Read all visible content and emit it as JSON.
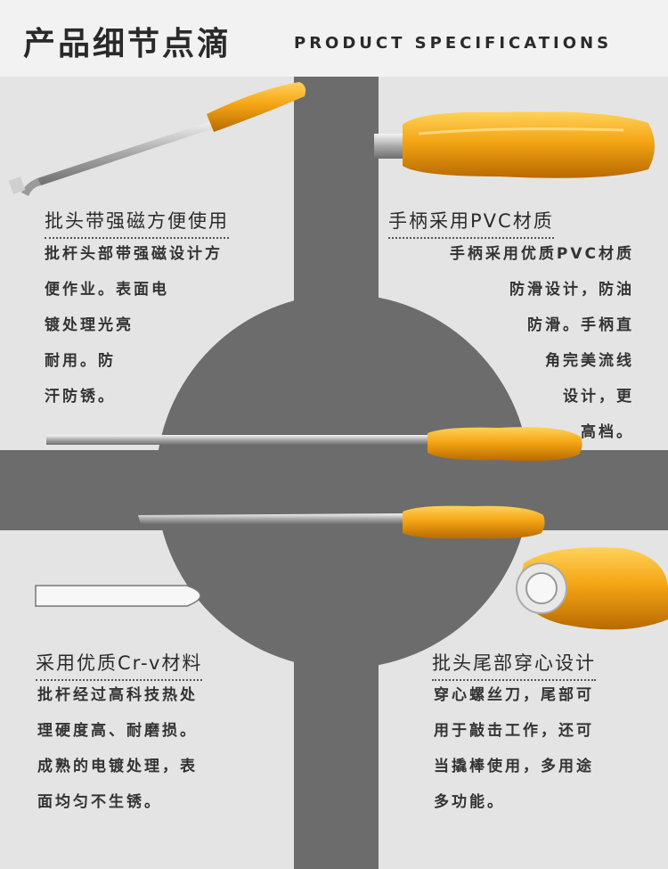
{
  "header": {
    "title_cn": "产品细节点滴",
    "title_en": "PRODUCT SPECIFICATIONS"
  },
  "colors": {
    "background": "#e4e4e4",
    "cross": "#6c6c6c",
    "handle": "#f0a014",
    "shaft": "#b8b8b8"
  },
  "features": [
    {
      "title": "批头带强磁方便使用",
      "lines": [
        "批杆头部带强磁设计方",
        "便作业。表面电",
        "镀处理光亮",
        "耐用。防",
        "汗防锈。"
      ]
    },
    {
      "title": "手柄采用PVC材质",
      "lines": [
        "手柄采用优质PVC材质",
        "防滑设计，防油",
        "防滑。手柄直",
        "角完美流线",
        "设计，更",
        "高档。"
      ]
    },
    {
      "title": "采用优质Cr-v材料",
      "lines": [
        "批杆经过高科技热处",
        "理硬度高、耐磨损。",
        "成熟的电镀处理，表",
        "面均匀不生锈。"
      ]
    },
    {
      "title": "批头尾部穿心设计",
      "lines": [
        "穿心螺丝刀，尾部可",
        "用于敲击工作，还可",
        "当撬棒使用，多用途",
        "多功能。"
      ]
    }
  ]
}
